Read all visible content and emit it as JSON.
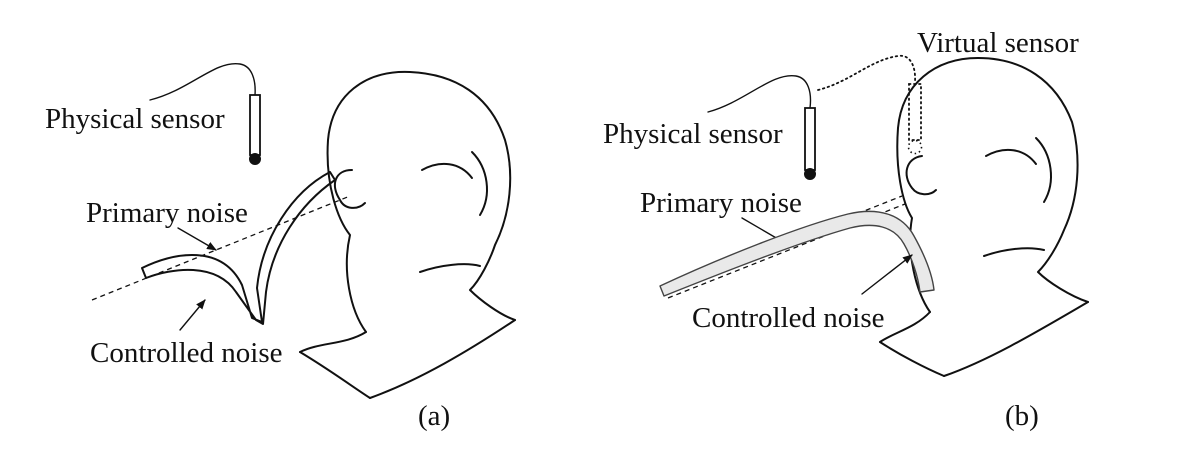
{
  "panel_a": {
    "label_physical_sensor": "Physical sensor",
    "label_primary_noise": "Primary noise",
    "label_controlled_noise": "Controlled noise",
    "caption": "(a)"
  },
  "panel_b": {
    "label_virtual_sensor": "Virtual sensor",
    "label_physical_sensor": "Physical sensor",
    "label_primary_noise": "Primary noise",
    "label_controlled_noise": "Controlled noise",
    "caption": "(b)"
  },
  "colors": {
    "ink": "#111111",
    "background": "#ffffff",
    "controlled_noise_fill_b": "#e9e9e9"
  }
}
